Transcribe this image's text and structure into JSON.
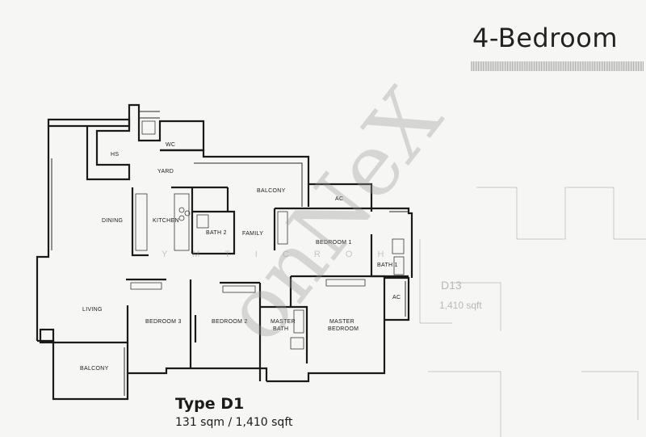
{
  "header": {
    "title": "4-Bedroom"
  },
  "plan": {
    "type_name": "Type D1",
    "area": "131 sqm / 1,410 sqft"
  },
  "rooms": {
    "hs": "HS",
    "wc": "WC",
    "yard": "YARD",
    "balcony_top": "BALCONY",
    "ac_top": "AC",
    "dining": "DINING",
    "kitchen": "KITCHEN",
    "bath2": "BATH 2",
    "family": "FAMILY",
    "bedroom1": "BEDROOM 1",
    "bath1": "BATH 1",
    "living": "LIVING",
    "bedroom3": "BEDROOM 3",
    "bedroom2": "BEDROOM 2",
    "master_bath_1": "MASTER",
    "master_bath_2": "BATH",
    "master_bedroom_1": "MASTER",
    "master_bedroom_2": "BEDROOM",
    "ac_right": "AC",
    "balcony_bottom": "BALCONY"
  },
  "watermark": {
    "brand": "onNeX",
    "tagline": "Y M T I C R O H"
  },
  "ghost": {
    "label": "D13",
    "area": "1,410 sqft"
  }
}
